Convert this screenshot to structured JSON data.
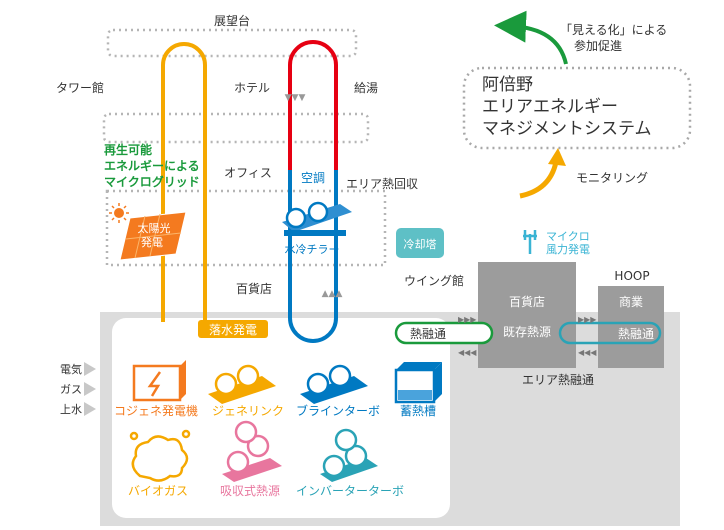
{
  "floors": {
    "observatory": "展望台",
    "tower": "タワー館",
    "hotel": "ホテル",
    "hot_water": "給湯",
    "office": "オフィス",
    "dept_store": "百貨店"
  },
  "microgrid": {
    "line1": "再生可能",
    "line2": "エネルギーによる",
    "line3": "マイクログリッド"
  },
  "solar": {
    "line1": "太陽光",
    "line2": "発電"
  },
  "aircon": "空調",
  "area_heat_recovery": "エリア熱回収",
  "chiller": "水冷チラー",
  "cooling_tower": "冷却塔",
  "wing": "ウイング館",
  "micro_wind": {
    "line1": "マイクロ",
    "line2": "風力発電"
  },
  "hoop": {
    "title": "HOOP",
    "block": "商業"
  },
  "existing": {
    "dept": "百貨店",
    "heat_source": "既存熱源"
  },
  "heat_exchange": {
    "left": "熱融通",
    "right": "熱融通",
    "area": "エリア熱融通"
  },
  "otsui": "落水発電",
  "inputs": [
    "電気",
    "ガス",
    "上水"
  ],
  "equipment": {
    "cogen": "コジェネ発電機",
    "genelink": "ジェネリンク",
    "brine_turbo": "ブラインターボ",
    "heat_storage": "蓄熱槽",
    "biogas": "バイオガス",
    "absorption": "吸収式熱源",
    "inverter_turbo": "インバーターターボ"
  },
  "ems": {
    "line1": "阿倍野",
    "line2": "エリアエネルギー",
    "line3": "マネジメントシステム"
  },
  "mieruka": {
    "line1": "「見える化」による",
    "line2": "参加促進"
  },
  "monitoring": "モニタリング",
  "colors": {
    "orange": "#f5a800",
    "red": "#e60012",
    "blue": "#0079c2",
    "green": "#1a9a3c",
    "teal": "#2aa3b6",
    "cyan": "#3ab4d4",
    "pink": "#e8769e",
    "gray_block": "#9c9c9c",
    "base_gray": "#dcdcdc"
  }
}
